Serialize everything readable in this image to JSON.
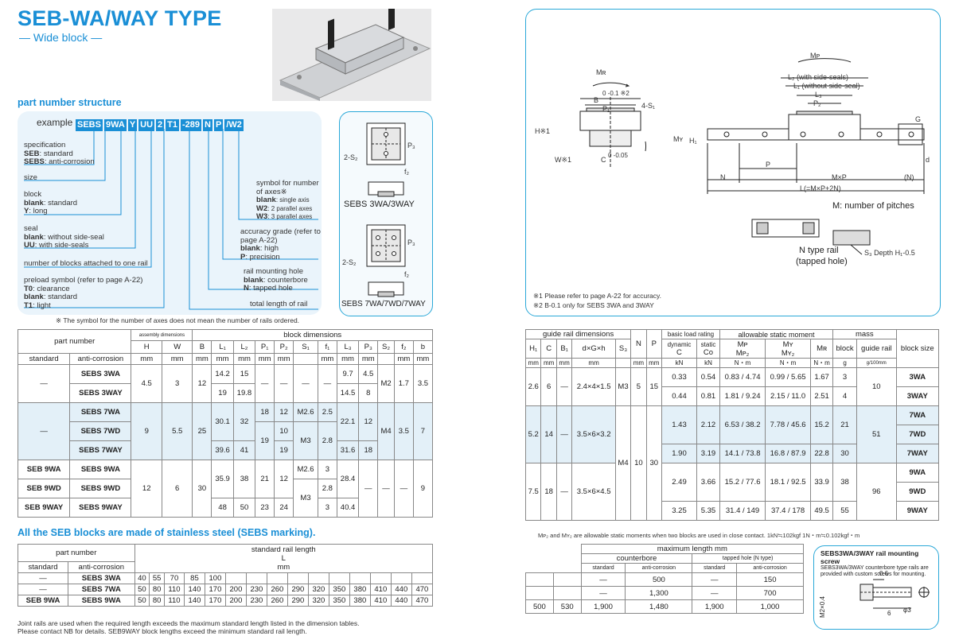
{
  "header": {
    "title": "SEB-WA/WAY TYPE",
    "subtitle": "— Wide block —"
  },
  "part_number_structure": {
    "heading": "part number structure",
    "example_label": "example",
    "codes": [
      "SEBS",
      "9WA",
      "Y",
      "UU",
      "2",
      "T1",
      "-289",
      "N",
      "P",
      "/W2"
    ],
    "left_items": [
      {
        "title": "specification",
        "lines": [
          [
            "SEB",
            ": standard"
          ],
          [
            "SEBS",
            ": anti-corrosion"
          ]
        ]
      },
      {
        "title": "size",
        "lines": []
      },
      {
        "title": "block",
        "lines": [
          [
            "blank",
            ": standard"
          ],
          [
            "Y",
            ": long"
          ]
        ]
      },
      {
        "title": "seal",
        "lines": [
          [
            "blank",
            ": without side-seal"
          ],
          [
            "UU",
            ": with side-seals"
          ]
        ]
      },
      {
        "title": "number of blocks attached to one rail",
        "lines": []
      },
      {
        "title": "preload symbol (refer to page A-22)",
        "lines": [
          [
            "T0",
            ": clearance"
          ],
          [
            "blank",
            ": standard"
          ],
          [
            "T1",
            ": light"
          ]
        ]
      }
    ],
    "right_items": [
      {
        "title": "symbol for number of axes※",
        "lines": [
          [
            "blank",
            ": single axis"
          ],
          [
            "W2",
            ": 2 parallel axes"
          ],
          [
            "W3",
            ": 3 parallel axes"
          ]
        ]
      },
      {
        "title": "accuracy grade (refer to page A-22)",
        "lines": [
          [
            "blank",
            ": high"
          ],
          [
            "P",
            ": precision"
          ]
        ]
      },
      {
        "title": "rail mounting hole",
        "lines": [
          [
            "blank",
            ": counterbore"
          ],
          [
            "N",
            ": tapped hole"
          ]
        ]
      },
      {
        "title": "total length of rail",
        "lines": []
      }
    ],
    "footnote": "※ The symbol for the number of axes does not mean the number of rails ordered."
  },
  "block_figures": {
    "label_top": "SEBS 3WA/3WAY",
    "label_bottom": "SEBS 7WA/7WD/7WAY",
    "s2": "2-S₂",
    "p3": "P₃",
    "f2": "f₂"
  },
  "dimension_drawing": {
    "labels": {
      "mr": "Mʀ",
      "mp": "Mᴘ",
      "my": "Mʏ",
      "b": "B",
      "b_tol": "0 -0.1 ※2",
      "p1": "P₁",
      "s1": "4-S₁",
      "h": "H※1",
      "h1": "H₁",
      "w": "W※1",
      "c": "C",
      "c_tol": "0 -0.05",
      "l2": "L₂ (with side-seals)",
      "l1": "L₁ (without side-seal)",
      "l3": "L₃",
      "p2": "P₂",
      "g": "G",
      "d": "d",
      "n": "N",
      "p": "P",
      "mxp": "M×P",
      "nparen": "(N)",
      "l": "L(=M×P+2N)"
    },
    "pitch_note": "M: number of pitches",
    "n_type_rail": "N type rail",
    "tapped_hole": "(tapped hole)",
    "s3_depth": "S₃ Depth H₁-0.5",
    "note1": "※1 Please refer to page A-22 for accuracy.",
    "note2": "※2 B-0.1 only for SEBS 3WA and 3WAY"
  },
  "block_table": {
    "group_part": "part number",
    "group_assembly": "assembly dimensions",
    "group_block": "block dimensions",
    "col_standard": "standard",
    "col_anticorrosion": "anti-corrosion",
    "dim_cols": [
      "H",
      "W",
      "B",
      "L₁",
      "L₂",
      "P₁",
      "P₂",
      "S₁",
      "f₁",
      "L₃",
      "P₃",
      "S₂",
      "f₂",
      "b"
    ],
    "unit": "mm",
    "rows": [
      [
        "—",
        "SEBS 3WA",
        "4.5",
        "3",
        "12",
        "14.2",
        "15",
        "—",
        "—",
        "—",
        "—",
        "9.7",
        "4.5",
        "M2",
        "1.7",
        "3.5"
      ],
      [
        "",
        "SEBS 3WAY",
        "",
        "",
        "",
        "19",
        "19.8",
        "",
        "",
        "",
        "",
        "14.5",
        "8",
        "",
        "",
        ""
      ],
      [
        "—",
        "SEBS 7WA",
        "9",
        "5.5",
        "25",
        "30.1",
        "32",
        "18",
        "12",
        "M2.6",
        "2.5",
        "22.1",
        "12",
        "M4",
        "3.5",
        "7"
      ],
      [
        "",
        "SEBS 7WD",
        "",
        "",
        "",
        "",
        "",
        "19",
        "10",
        "M3",
        "2.8",
        "",
        "",
        "",
        "",
        ""
      ],
      [
        "",
        "SEBS 7WAY",
        "",
        "",
        "",
        "39.6",
        "41",
        "",
        "19",
        "",
        "",
        "31.6",
        "18",
        "",
        "",
        ""
      ],
      [
        "SEB 9WA",
        "SEBS 9WA",
        "12",
        "6",
        "30",
        "35.9",
        "38",
        "21",
        "12",
        "M2.6",
        "3",
        "28.4",
        "—",
        "—",
        "—",
        "9"
      ],
      [
        "SEB 9WD",
        "SEBS 9WD",
        "",
        "",
        "",
        "",
        "",
        "",
        "",
        "M3",
        "2.8",
        "",
        "",
        "",
        "",
        ""
      ],
      [
        "SEB 9WAY",
        "SEBS 9WAY",
        "",
        "",
        "",
        "48",
        "50",
        "23",
        "24",
        "",
        "3",
        "40.4",
        "",
        "",
        "",
        ""
      ]
    ]
  },
  "stainless_note": "All the SEB blocks are made of stainless steel (SEBS marking).",
  "rail_table": {
    "group_part": "part number",
    "col_standard": "standard",
    "col_anticorrosion": "anti-corrosion",
    "title": "standard rail length",
    "l": "L",
    "unit": "mm",
    "rows": [
      {
        "std": "—",
        "anti": "SEBS 3WA",
        "lengths": [
          "40",
          "55",
          "70",
          "85",
          "100"
        ]
      },
      {
        "std": "—",
        "anti": "SEBS 7WA",
        "lengths": [
          "50",
          "80",
          "110",
          "140",
          "170",
          "200",
          "230",
          "260",
          "290",
          "320",
          "350",
          "380",
          "410",
          "440",
          "470"
        ]
      },
      {
        "std": "SEB 9WA",
        "anti": "SEBS 9WA",
        "lengths": [
          "50",
          "80",
          "110",
          "140",
          "170",
          "200",
          "230",
          "260",
          "290",
          "320",
          "350",
          "380",
          "410",
          "440",
          "470"
        ]
      }
    ],
    "note1": "Joint rails are used when the required length exceeds the maximum standard length listed in the dimension tables.",
    "note2": "Please contact NB for details. SEB9WAY block lengths exceed the minimum standard rail length."
  },
  "rail_spec_table": {
    "group_guide": "guide rail dimensions",
    "group_load": "basic load rating",
    "group_moment": "allowable static moment",
    "group_mass": "mass",
    "col_block_size": "block size",
    "cols": [
      "H₁",
      "C",
      "B₁",
      "d×G×h",
      "S₃",
      "N",
      "P",
      "C",
      "Co",
      "Mᴘ",
      "Mʏ",
      "Mʀ",
      "block",
      "guide rail"
    ],
    "sub_load": [
      "dynamic",
      "static"
    ],
    "sub_moment": [
      "Mᴘ₂",
      "Mʏ₂"
    ],
    "units": [
      "mm",
      "mm",
      "mm",
      "mm",
      "",
      "mm",
      "mm",
      "kN",
      "kN",
      "N・m",
      "N・m",
      "N・m",
      "g",
      "g/100mm"
    ],
    "rows": [
      [
        "2.6",
        "6",
        "—",
        "2.4×4×1.5",
        "M3",
        "5",
        "15",
        "0.33",
        "0.54",
        "0.83 / 4.74",
        "0.99 / 5.65",
        "1.67",
        "3",
        "10",
        "3WA"
      ],
      [
        "",
        "",
        "",
        "",
        "",
        "",
        "",
        "0.44",
        "0.81",
        "1.81 / 9.24",
        "2.15 / 11.0",
        "2.51",
        "4",
        "",
        "3WAY"
      ],
      [
        "5.2",
        "14",
        "—",
        "3.5×6×3.2",
        "M4",
        "10",
        "30",
        "1.43",
        "2.12",
        "6.53 / 38.2",
        "7.78 / 45.6",
        "15.2",
        "21",
        "51",
        "7WA"
      ],
      [
        "",
        "",
        "",
        "",
        "",
        "",
        "",
        "",
        "",
        "",
        "",
        "",
        "",
        "",
        "7WD"
      ],
      [
        "",
        "",
        "",
        "",
        "",
        "",
        "",
        "1.90",
        "3.19",
        "14.1 / 73.8",
        "16.8 / 87.9",
        "22.8",
        "30",
        "",
        "7WAY"
      ],
      [
        "7.5",
        "18",
        "—",
        "3.5×6×4.5",
        "",
        "",
        "",
        "2.49",
        "3.66",
        "15.2 / 77.6",
        "18.1 / 92.5",
        "33.9",
        "38",
        "96",
        "9WA"
      ],
      [
        "",
        "",
        "",
        "",
        "",
        "",
        "",
        "",
        "",
        "",
        "",
        "",
        "",
        "",
        "9WD"
      ],
      [
        "",
        "",
        "",
        "",
        "",
        "",
        "",
        "3.25",
        "5.35",
        "31.4 / 149",
        "37.4 / 178",
        "49.5",
        "55",
        "",
        "9WAY"
      ]
    ],
    "note": "Mᴘ₂ and Mʏ₂ are allowable static moments when two blocks are used in close contact.   1kN≒102kgf   1N・m≒0.102kgf・m"
  },
  "max_length_table": {
    "title": "maximum length mm",
    "group_counterbore": "counterbore",
    "group_tapped": "tapped hole (N type)",
    "cols": [
      "standard",
      "anti-corrosion",
      "standard",
      "anti-corrosion"
    ],
    "rows": [
      {
        "extra": [
          "",
          ""
        ],
        "vals": [
          "—",
          "500",
          "—",
          "150"
        ]
      },
      {
        "extra": [
          "",
          ""
        ],
        "vals": [
          "—",
          "1,300",
          "—",
          "700"
        ]
      },
      {
        "extra": [
          "500",
          "530"
        ],
        "vals": [
          "1,900",
          "1,480",
          "1,900",
          "1,000"
        ]
      }
    ]
  },
  "screw_box": {
    "title": "SEBS3WA/3WAY rail mounting screw",
    "desc": "SEBS3WA/3WAY counterbore type rails are provided with custom screws for mounting.",
    "dim_06": "0.6",
    "dim_6": "6",
    "dim_phi3": "φ3",
    "dim_m2": "M2×0.4"
  }
}
